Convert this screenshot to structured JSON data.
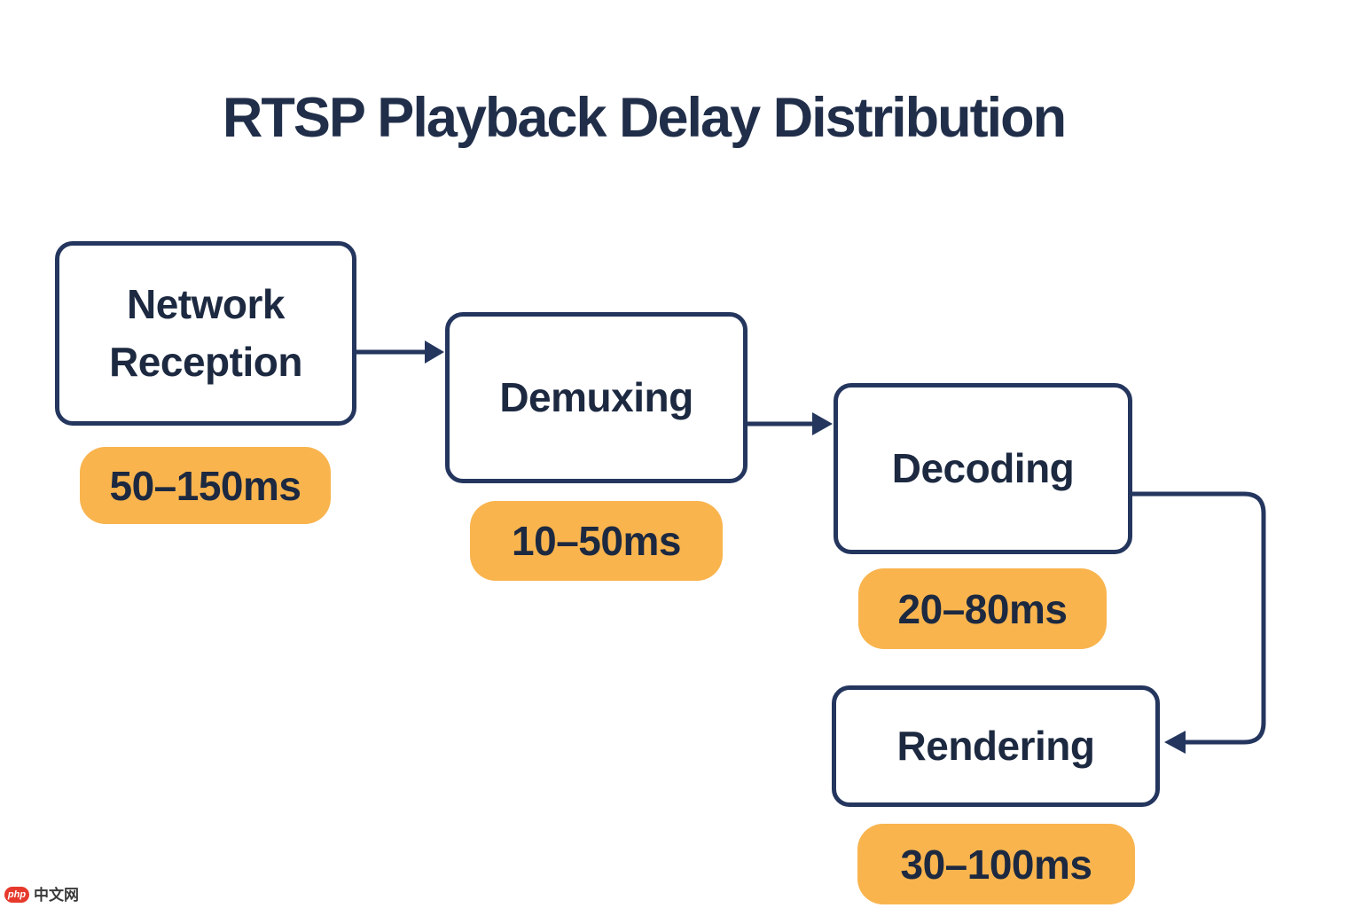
{
  "title": "RTSP Playback Delay Distribution",
  "stages": [
    {
      "label": "Network Reception",
      "delay": "50–150ms"
    },
    {
      "label": "Demuxing",
      "delay": "10–50ms"
    },
    {
      "label": "Decoding",
      "delay": "20–80ms"
    },
    {
      "label": "Rendering",
      "delay": "30–100ms"
    }
  ],
  "flow": [
    "Network Reception → Demuxing",
    "Demuxing → Decoding",
    "Decoding → Rendering"
  ],
  "watermark": {
    "logo": "php",
    "site": "中文网"
  },
  "colors": {
    "line_navy": "#24365e",
    "text_navy": "#1c2940",
    "badge_orange": "#F9B44E",
    "background": "#ffffff",
    "watermark_red": "#e6392c"
  }
}
